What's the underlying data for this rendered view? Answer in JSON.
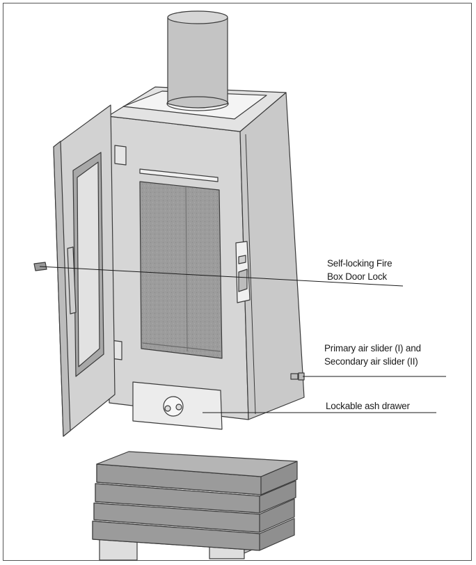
{
  "labels": {
    "door_lock": [
      "Self-locking Fire",
      "Box Door Lock"
    ],
    "air_slider": [
      "Primary air slider (I) and",
      "Secondary air slider (II)"
    ],
    "ash_drawer": [
      "Lockable ash drawer"
    ]
  },
  "colors": {
    "body_light": "#d9d9d9",
    "body_mid": "#cfcfcf",
    "body_dark": "#bdbdbd",
    "glass": "#9a9a9a",
    "base": "#8c8c8c",
    "outline": "#3a3a3a"
  }
}
